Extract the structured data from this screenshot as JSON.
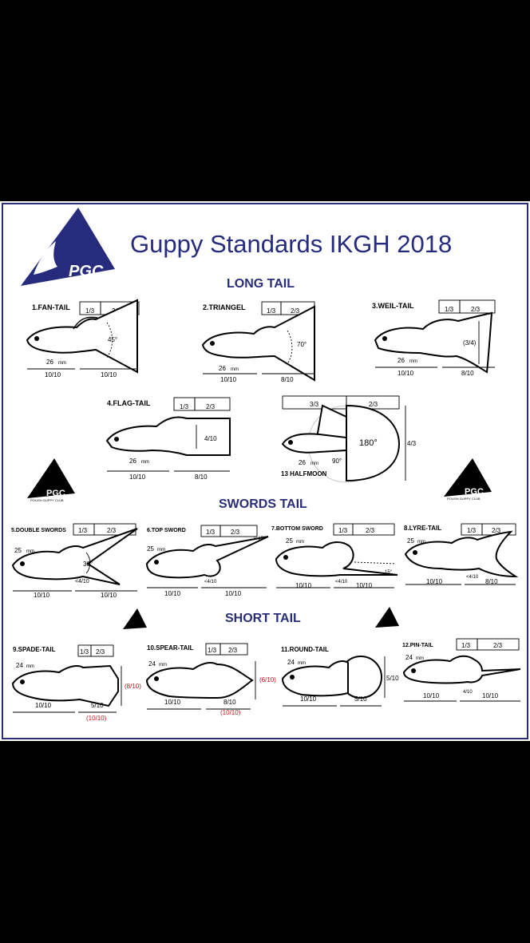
{
  "header": {
    "title": "Guppy Standards IKGH 2018",
    "logo_text": "PGC",
    "logo_subtext": "POLISH GUPPY CLUB"
  },
  "sections": {
    "long": "LONG TAIL",
    "swords": "SWORDS TAIL",
    "short": "SHORT TAIL"
  },
  "fish": {
    "fan": {
      "label": "1.FAN-TAIL",
      "a": "1/3",
      "b": "2/3",
      "angle": "45°",
      "len": "26",
      "unit": "mm",
      "body": "10/10",
      "tail": "10/10"
    },
    "triangel": {
      "label": "2.TRIANGEL",
      "a": "1/3",
      "b": "2/3",
      "angle": "70°",
      "len": "26",
      "unit": "mm",
      "body": "10/10",
      "tail": "8/10"
    },
    "weil": {
      "label": "3.WEIL-TAIL",
      "a": "1/3",
      "b": "2/3",
      "height": "(3/4)",
      "len": "26",
      "unit": "mm",
      "body": "10/10",
      "tail": "8/10"
    },
    "flag": {
      "label": "4.FLAG-TAIL",
      "a": "1/3",
      "b": "2/3",
      "height": "4/10",
      "len": "26",
      "unit": "mm",
      "body": "10/10",
      "tail": "8/10"
    },
    "halfmoon": {
      "label": "13 HALFMOON",
      "a": "3/3",
      "b": "2/3",
      "angle": "180°",
      "small_angle": "90°",
      "height": "4/3",
      "len": "26",
      "unit": "mm"
    },
    "double": {
      "label": "5.DOUBLE SWORDS",
      "a": "1/3",
      "b": "2/3",
      "angle": "30°",
      "gap": "<4/10",
      "len": "25",
      "unit": "mm",
      "body": "10/10",
      "tail": "10/10"
    },
    "top": {
      "label": "6.TOP SWORD",
      "a": "1/3",
      "b": "2/3",
      "angle": "0-15°",
      "gap": "<4/10",
      "len": "25",
      "unit": "mm",
      "body": "10/10",
      "tail": "10/10"
    },
    "bottom": {
      "label": "7.BOTTOM SWORD",
      "a": "1/3",
      "b": "2/3",
      "angle": "15°",
      "gap": "<4/10",
      "len": "25",
      "unit": "mm",
      "body": "10/10",
      "tail": "10/10"
    },
    "lyre": {
      "label": "8.LYRE-TAIL",
      "a": "1/3",
      "b": "2/3",
      "gap": "<4/10",
      "len": "25",
      "unit": "mm",
      "body": "10/10",
      "tail": "8/10"
    },
    "spade": {
      "label": "9.SPADE-TAIL",
      "a": "1/3",
      "b": "2/3",
      "height": "(8/10)",
      "len": "24",
      "unit": "mm",
      "body": "10/10",
      "tail": "5/10",
      "tail_alt": "(10/10)"
    },
    "spear": {
      "label": "10.SPEAR-TAIL",
      "a": "1/3",
      "b": "2/3",
      "height": "(6/10)",
      "len": "24",
      "unit": "mm",
      "body": "10/10",
      "tail": "8/10",
      "tail_alt": "(10/10)"
    },
    "round": {
      "label": "11.ROUND-TAIL",
      "height": "5/10",
      "len": "24",
      "unit": "mm",
      "body": "10/10",
      "tail": "5/10"
    },
    "pin": {
      "label": "12.PIN-TAIL",
      "a": "1/3",
      "b": "2/3",
      "gap": "4/10",
      "len": "24",
      "unit": "mm",
      "body": "10/10",
      "tail": "10/10"
    }
  },
  "colors": {
    "brand": "#262b7e",
    "red": "#c0161b"
  }
}
